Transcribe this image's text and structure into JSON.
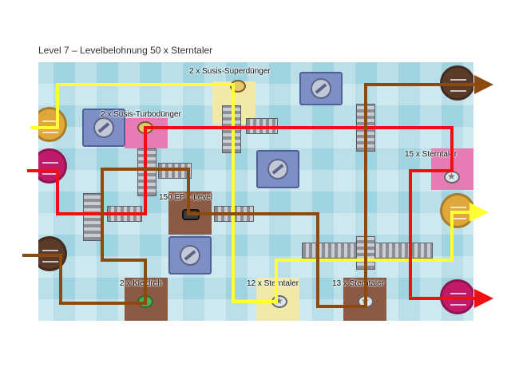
{
  "header": {
    "title": "Level 7 – Levelbelohnung 50 x Sterntaler"
  },
  "rewards": {
    "superduenger": "2 x Susis-Superdünger",
    "turboduenger": "2 x Susis-Turbodünger",
    "sterntaler15": "15 x Sterntaler",
    "ep": "150 EP x Level",
    "kleidreh": "2 x Kleidreh",
    "sterntaler12": "12 x Sterntaler",
    "sterntaler13": "13 x Sterntaler"
  },
  "icons": {
    "superduenger": "fertilizer-icon",
    "turboduenger": "fertilizer-icon",
    "sterntaler": "coin-icon",
    "ep": "hat-icon",
    "kleidreh": "clover-icon",
    "block": "no-entry-block",
    "medal": "cow-medal"
  },
  "colors": {
    "board": "#9fd3e0",
    "path_yellow": "#ffff33",
    "path_red": "#ee1111",
    "path_brown": "#8b4a10",
    "medal_yellow": "#e0a83a",
    "medal_pink": "#c21a6a",
    "medal_brown": "#5a3a28"
  }
}
